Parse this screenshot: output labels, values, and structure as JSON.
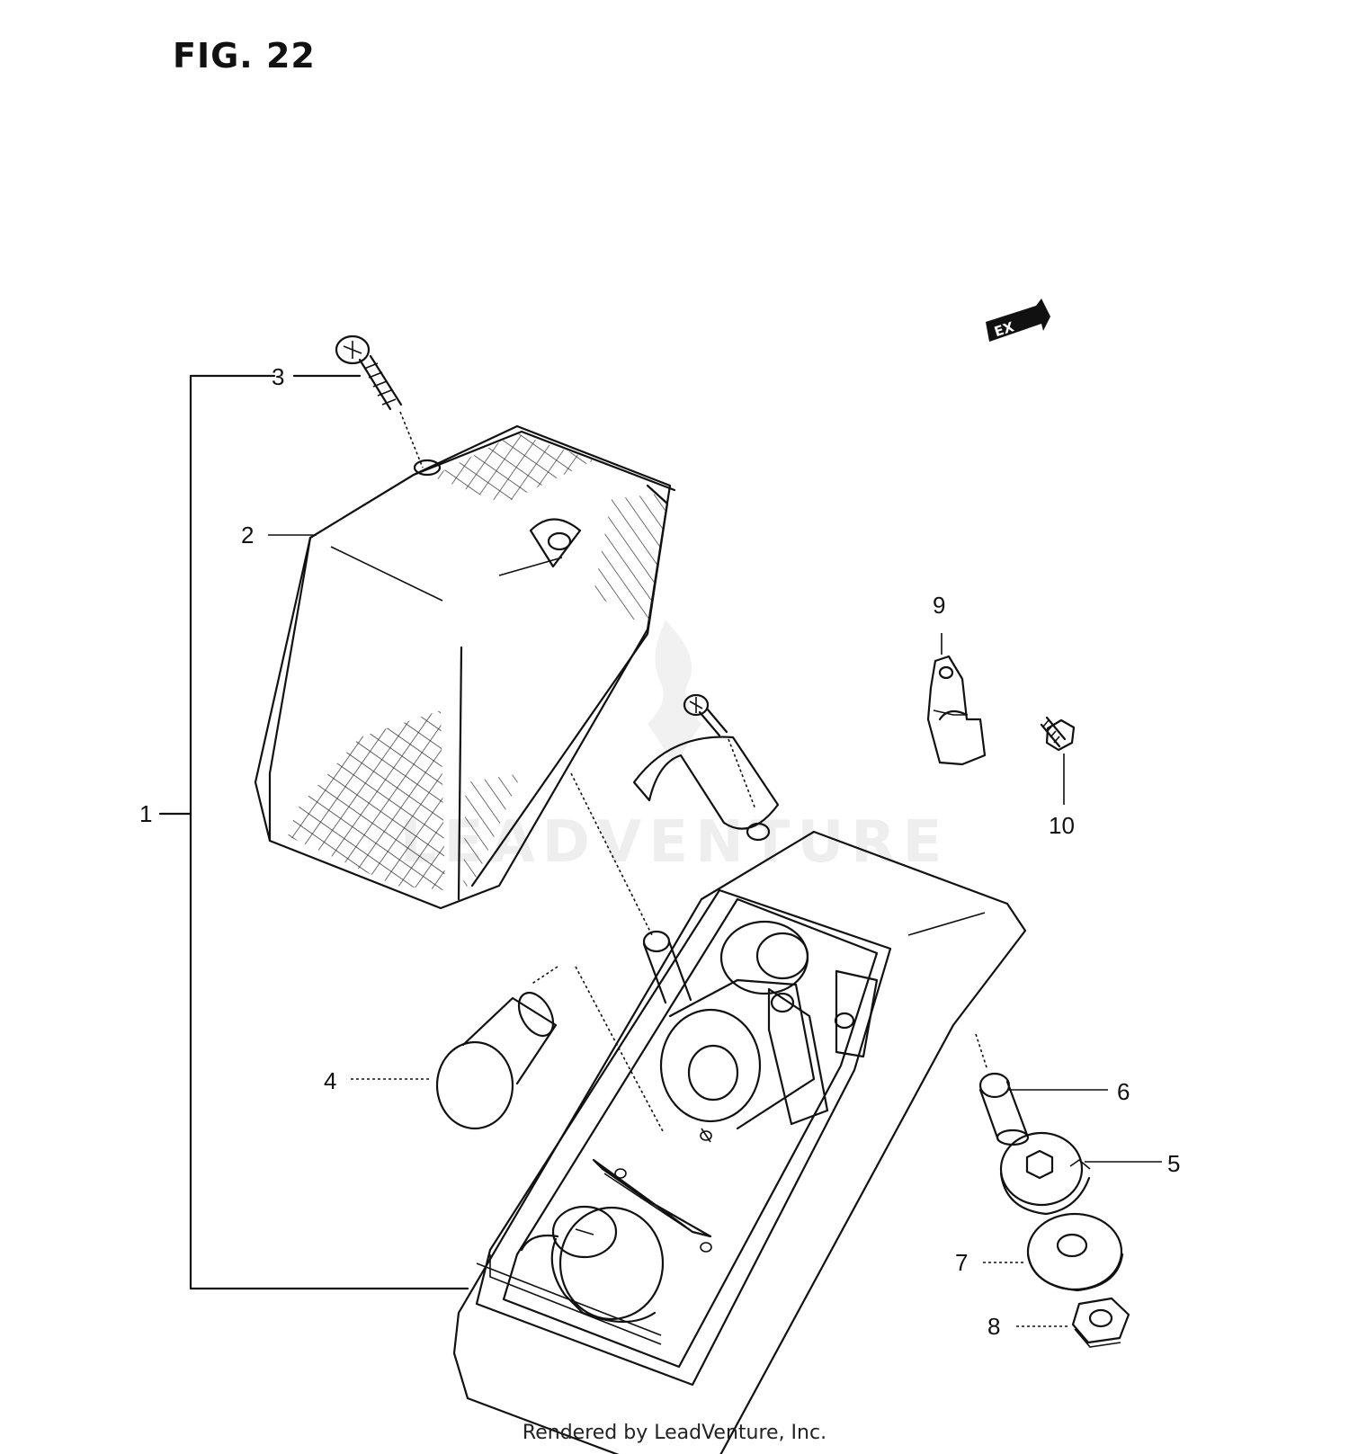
{
  "figure": {
    "title": "FIG. 22"
  },
  "callouts": [
    {
      "id": "1",
      "label": "1"
    },
    {
      "id": "2",
      "label": "2"
    },
    {
      "id": "3",
      "label": "3"
    },
    {
      "id": "4",
      "label": "4"
    },
    {
      "id": "5",
      "label": "5"
    },
    {
      "id": "6",
      "label": "6"
    },
    {
      "id": "7",
      "label": "7"
    },
    {
      "id": "8",
      "label": "8"
    },
    {
      "id": "9",
      "label": "9"
    },
    {
      "id": "10",
      "label": "10"
    }
  ],
  "badge": {
    "text": "EX"
  },
  "watermark": {
    "text": "LEADVENTURE"
  },
  "footer": {
    "text": "Rendered by LeadVenture, Inc."
  }
}
